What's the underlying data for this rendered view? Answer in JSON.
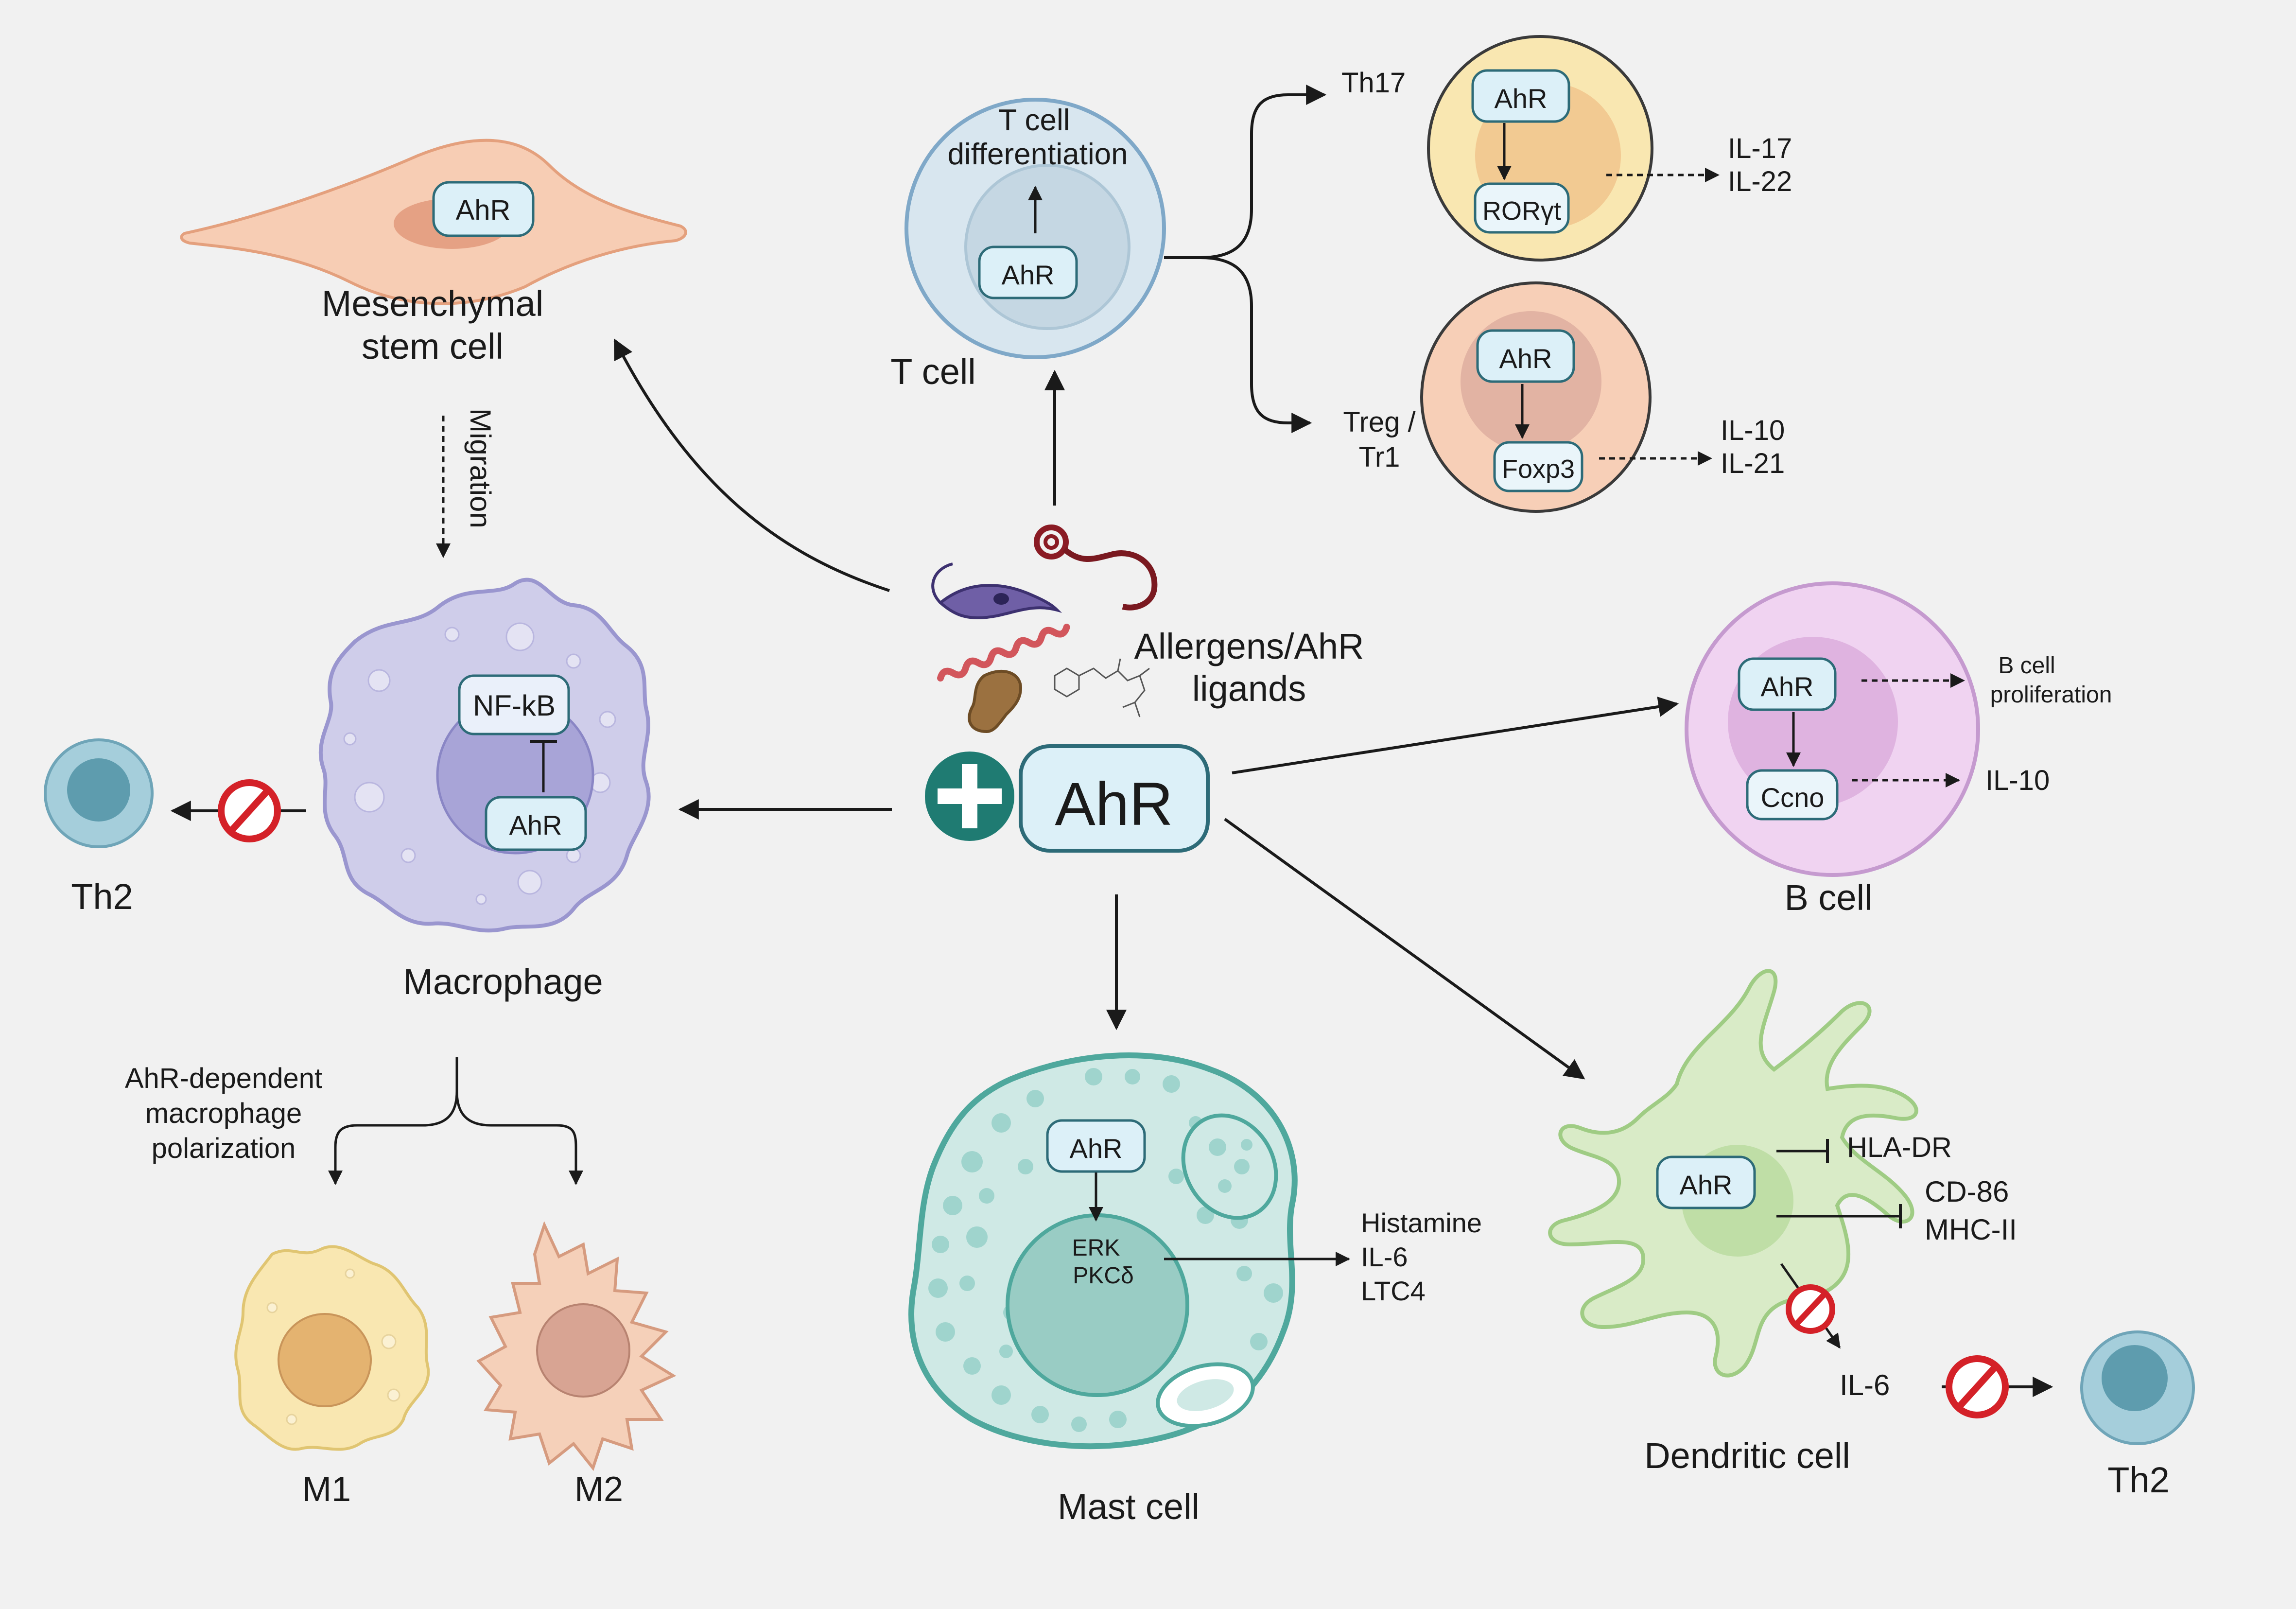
{
  "center": {
    "ahr_label": "AhR",
    "ligands_line1": "Allergens/AhR",
    "ligands_line2": "ligands"
  },
  "mesenchymal": {
    "ahr": "AhR",
    "name_line1": "Mesenchymal",
    "name_line2": "stem cell",
    "migration": "Migration"
  },
  "tcell": {
    "diff_line1": "T cell",
    "diff_line2": "differentiation",
    "ahr": "AhR",
    "name": "T cell",
    "th17_label": "Th17",
    "treg_line1": "Treg /",
    "treg_line2": "Tr1",
    "th17_cell": {
      "ahr": "AhR",
      "target": "RORγt",
      "out1": "IL-17",
      "out2": "IL-22"
    },
    "treg_cell": {
      "ahr": "AhR",
      "target": "Foxp3",
      "out1": "IL-10",
      "out2": "IL-21"
    }
  },
  "macrophage": {
    "nfkb": "NF-kB",
    "ahr": "AhR",
    "name": "Macrophage",
    "th2": "Th2",
    "polarization_line1": "AhR-dependent",
    "polarization_line2": "macrophage",
    "polarization_line3": "polarization",
    "m1": "M1",
    "m2": "M2"
  },
  "bcell": {
    "ahr": "AhR",
    "target": "Ccno",
    "out1_line1": "B cell",
    "out1_line2": "proliferation",
    "out2": "IL-10",
    "name": "B cell"
  },
  "mastcell": {
    "ahr": "AhR",
    "erk": "ERK",
    "pkc": "PKCδ",
    "out1": "Histamine",
    "out2": "IL-6",
    "out3": "LTC4",
    "name": "Mast cell"
  },
  "dendritic": {
    "ahr": "AhR",
    "hla": "HLA-DR",
    "cd86": "CD-86",
    "mhc": "MHC-II",
    "il6": "IL-6",
    "name": "Dendritic cell",
    "th2": "Th2"
  },
  "colors": {
    "background": "#f1f1f1",
    "ahr_box": "#dcf0f8",
    "ahr_stroke": "#2d6b78",
    "plus_circle": "#1f7b72",
    "tcell": "#d8e6ef",
    "mast": "#cfe9e5",
    "macrophage": "#cfcdea",
    "bcell": "#f0d3f1",
    "dendritic": "#d9ebc7",
    "mesenchymal": "#f7cdb4",
    "inhibit": "#d42128"
  }
}
